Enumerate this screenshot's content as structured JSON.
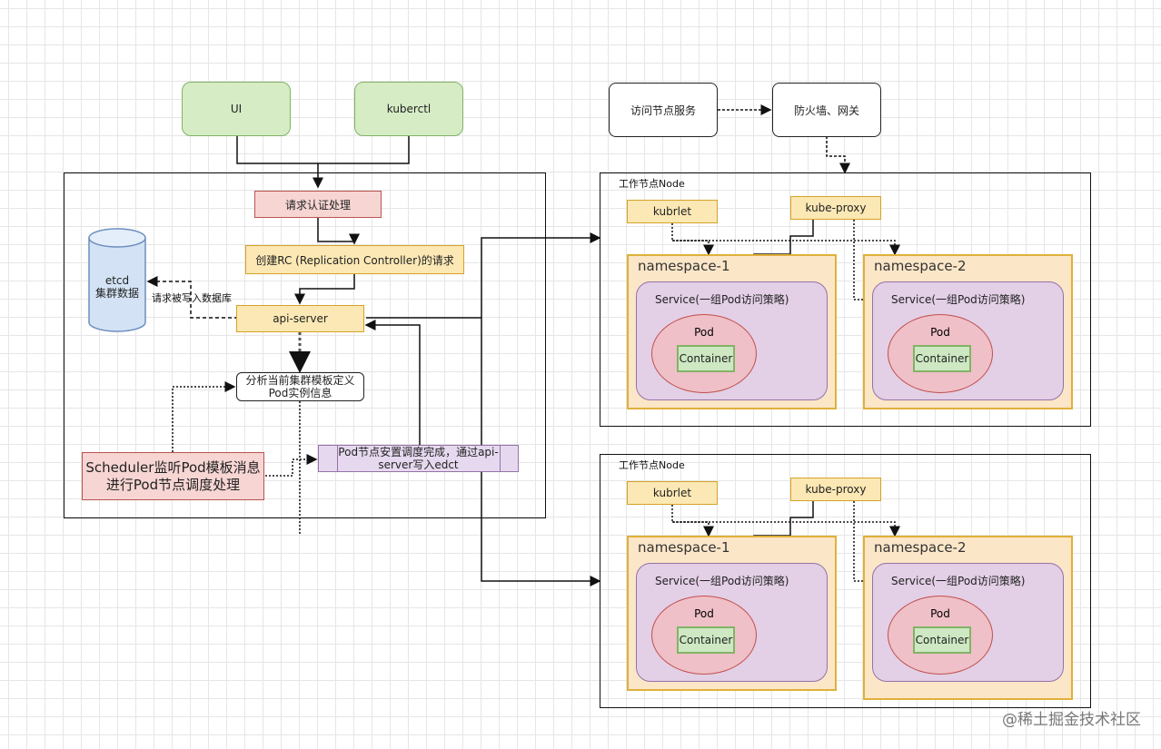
{
  "top": {
    "ui": "UI",
    "kubectl": "kuberctl",
    "access_service": "访问节点服务",
    "firewall": "防火墙、网关"
  },
  "master": {
    "auth": "请求认证处理",
    "create_rc": "创建RC (Replication Controller)的请求",
    "api_server": "api-server",
    "etcd": "etcd\n集群数据",
    "write_db": "请求被写入数据库",
    "analyze": "分析当前集群模板定义\nPod实例信息",
    "scheduler": "Scheduler监听Pod模板消息\n进行Pod节点调度处理",
    "schedule_done": "Pod节点安置调度完成，通过api-\nserver写入edct"
  },
  "nodes": [
    {
      "title": "工作节点Node",
      "kubelet": "kubrlet",
      "kube_proxy": "kube-proxy",
      "namespaces": [
        {
          "title": "namespace-1",
          "service": "Service(一组Pod访问策略)",
          "pod": "Pod",
          "container": "Container"
        },
        {
          "title": "namespace-2",
          "service": "Service(一组Pod访问策略)",
          "pod": "Pod",
          "container": "Container"
        }
      ]
    },
    {
      "title": "工作节点Node",
      "kubelet": "kubrlet",
      "kube_proxy": "kube-proxy",
      "namespaces": [
        {
          "title": "namespace-1",
          "service": "Service(一组Pod访问策略)",
          "pod": "Pod",
          "container": "Container"
        },
        {
          "title": "namespace-2",
          "service": "Service(一组Pod访问策略)",
          "pod": "Pod",
          "container": "Container"
        }
      ]
    }
  ],
  "watermark": "@稀土掘金技术社区"
}
